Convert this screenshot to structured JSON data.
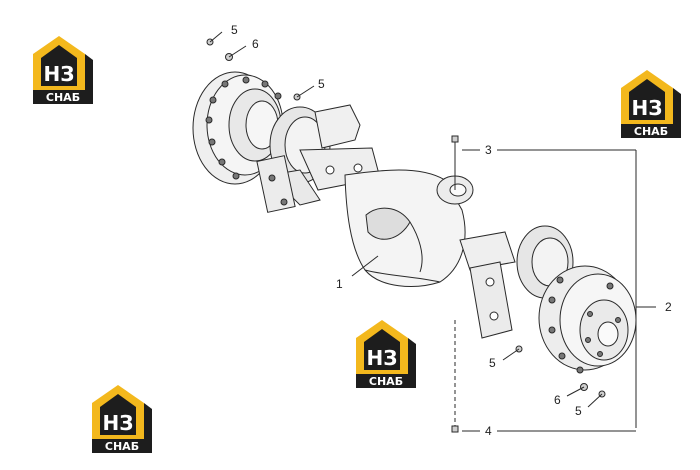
{
  "callouts": {
    "c1": "1",
    "c2": "2",
    "c3": "3",
    "c4": "4",
    "c5a": "5",
    "c5b": "5",
    "c5c": "5",
    "c5d": "5",
    "c6a": "6",
    "c6b": "6"
  },
  "watermark": {
    "letters": "НЗ",
    "word": "СНАБ",
    "colors": {
      "house": "#f3b81d",
      "dark": "#1d1d1d",
      "text_light": "#ffffff"
    }
  },
  "colors": {
    "line": "#2a2a2a",
    "part_fill": "#f2f2f2",
    "shade": "#d9d9d9"
  }
}
